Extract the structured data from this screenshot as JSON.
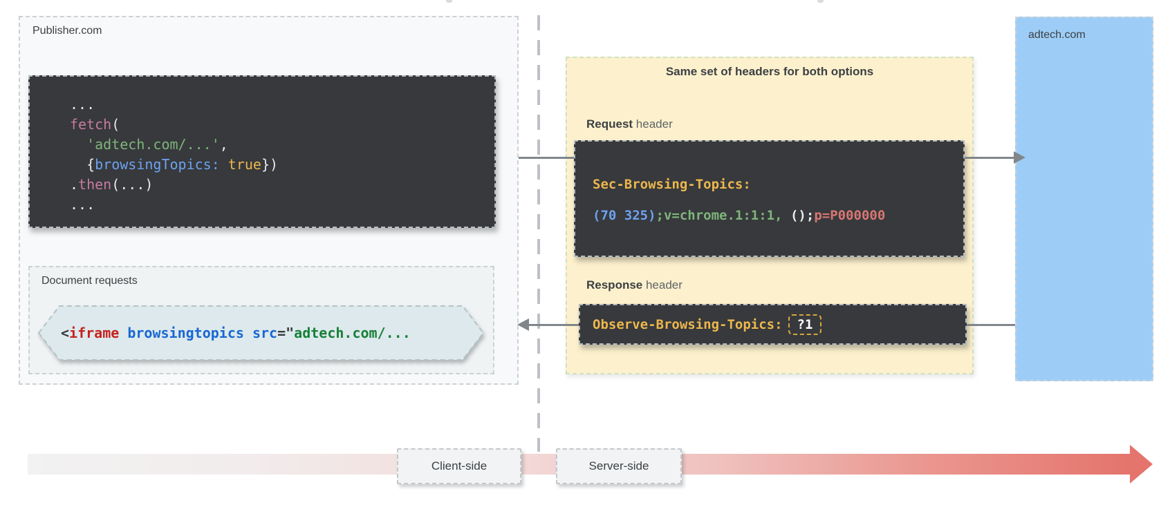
{
  "publisher": {
    "title": "Publisher.com",
    "fetch_snippet": {
      "line1": "...",
      "line2_fn": "fetch",
      "line2_paren": "(",
      "line3_str": "  'adtech.com/...'",
      "line3_comma": ",",
      "line4_open": "  {",
      "line4_prop": "browsingTopics:",
      "line4_value": " true",
      "line4_close": "})",
      "line5_dot": ".",
      "line5_fn": "then",
      "line5_args": "(...)",
      "line6": "..."
    },
    "document_requests": {
      "label": "Document requests",
      "iframe_lt": "<",
      "iframe_tag": "iframe",
      "iframe_attrs": " browsingtopics src",
      "iframe_eq": "=\"",
      "iframe_url": "adtech.com/..."
    }
  },
  "headers_panel": {
    "title": "Same set of headers for both options",
    "request": {
      "label_strong": "Request",
      "label_rest": " header",
      "header_name": "Sec-Browsing-Topics:",
      "value_topics": "(70 325)",
      "value_version": ";v=chrome.1:1:1,",
      "value_empty": " ();",
      "value_padding": "p=P000000"
    },
    "response": {
      "label_strong": "Response",
      "label_rest": " header",
      "header_name": "Observe-Browsing-Topics:",
      "value": "?1"
    }
  },
  "adtech": {
    "title": "adtech.com"
  },
  "timeline": {
    "client_label": "Client-side",
    "server_label": "Server-side"
  },
  "colors": {
    "code_bg": "#37393c",
    "panel_yellow": "#fdf1cd",
    "adtech_blue": "#9dcdf6",
    "amber": "#edb74d",
    "blue": "#6da2f0",
    "green": "#7fb57b",
    "pink": "#c77b9f",
    "salmon": "#d97672",
    "arrow_gray": "#80868b",
    "timeline_red": "#e4746c"
  }
}
